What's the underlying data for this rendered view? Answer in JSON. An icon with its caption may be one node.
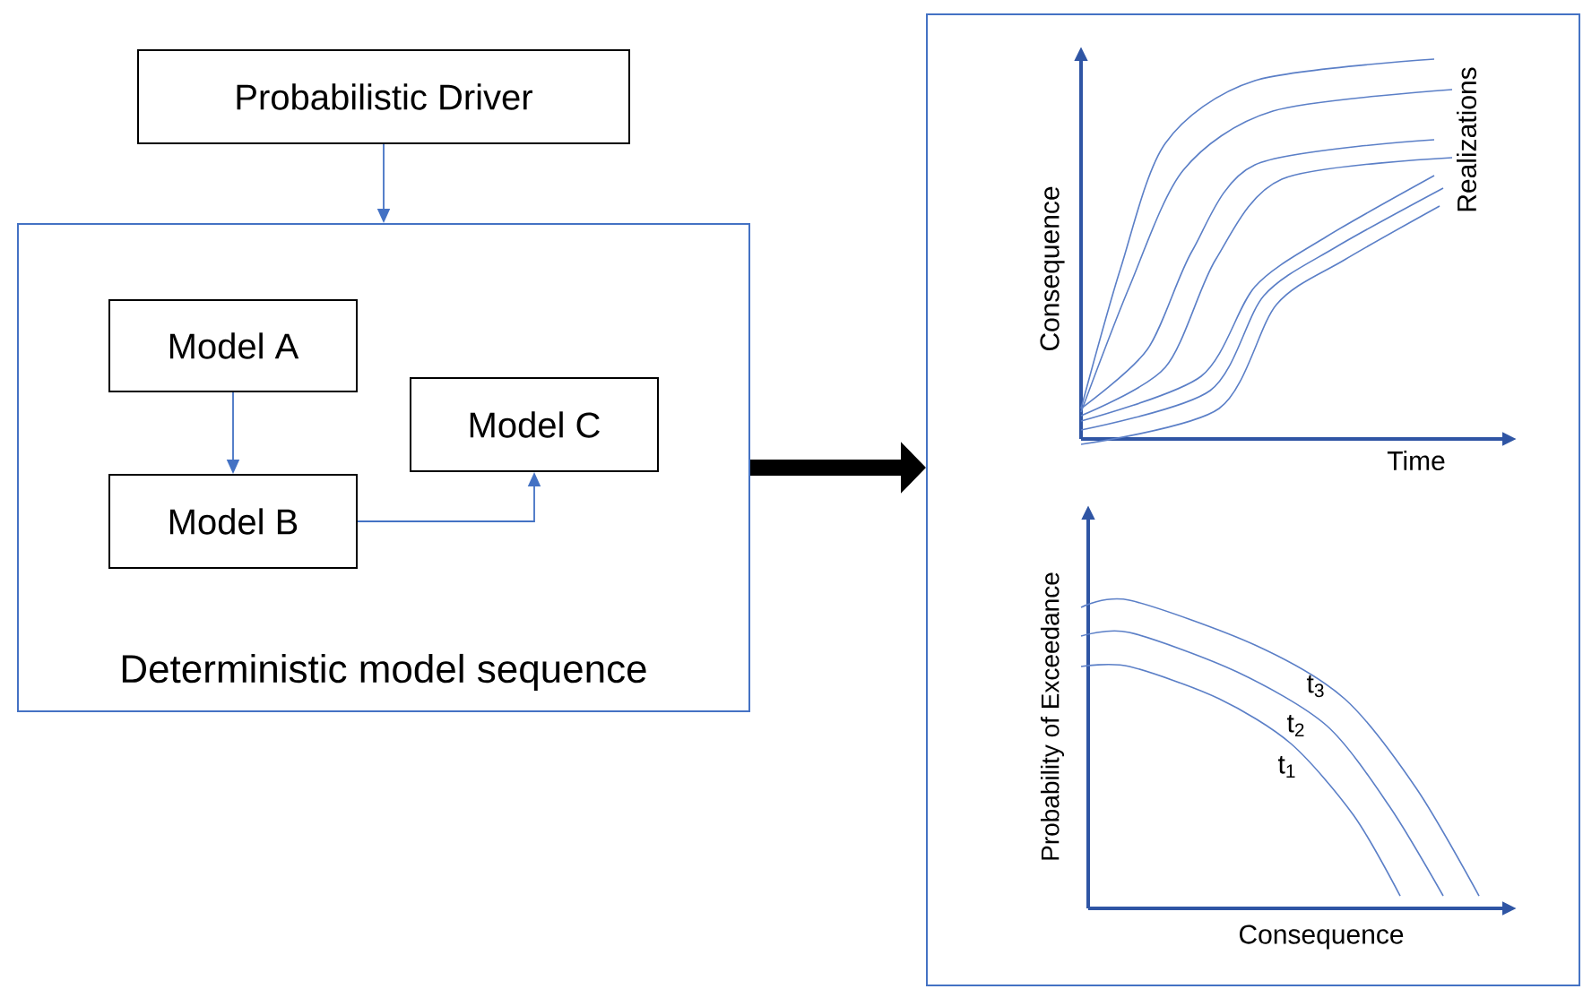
{
  "diagram": {
    "nodes": [
      {
        "text": [
          "Probabilistic Driver"
        ]
      },
      {
        "text": [
          "Deterministic model sequence"
        ]
      },
      {
        "text": [
          "Model A"
        ],
        "in": 1
      },
      {
        "text": [
          "Model B"
        ],
        "in": 1
      },
      {
        "text": [
          "Model C"
        ],
        "in": 1
      },
      {
        "text": [],
        "shape": "box"
      }
    ],
    "edges": [
      {
        "from": 0,
        "to": 1,
        "arrow": "to"
      },
      {
        "from": 2,
        "to": 3,
        "arrow": "to"
      },
      {
        "from": 3,
        "to": 4,
        "arrow": "to"
      },
      {
        "from": 1,
        "to": 5,
        "arrow": "to",
        "style": "thick",
        "color": "#000000"
      }
    ],
    "labels": [
      "Consequence",
      "Realizations",
      "Time",
      "Probability of Exceedance",
      "t$_{3}$",
      "t$_{2}$",
      "t$_{1}$",
      "Consequence"
    ]
  }
}
